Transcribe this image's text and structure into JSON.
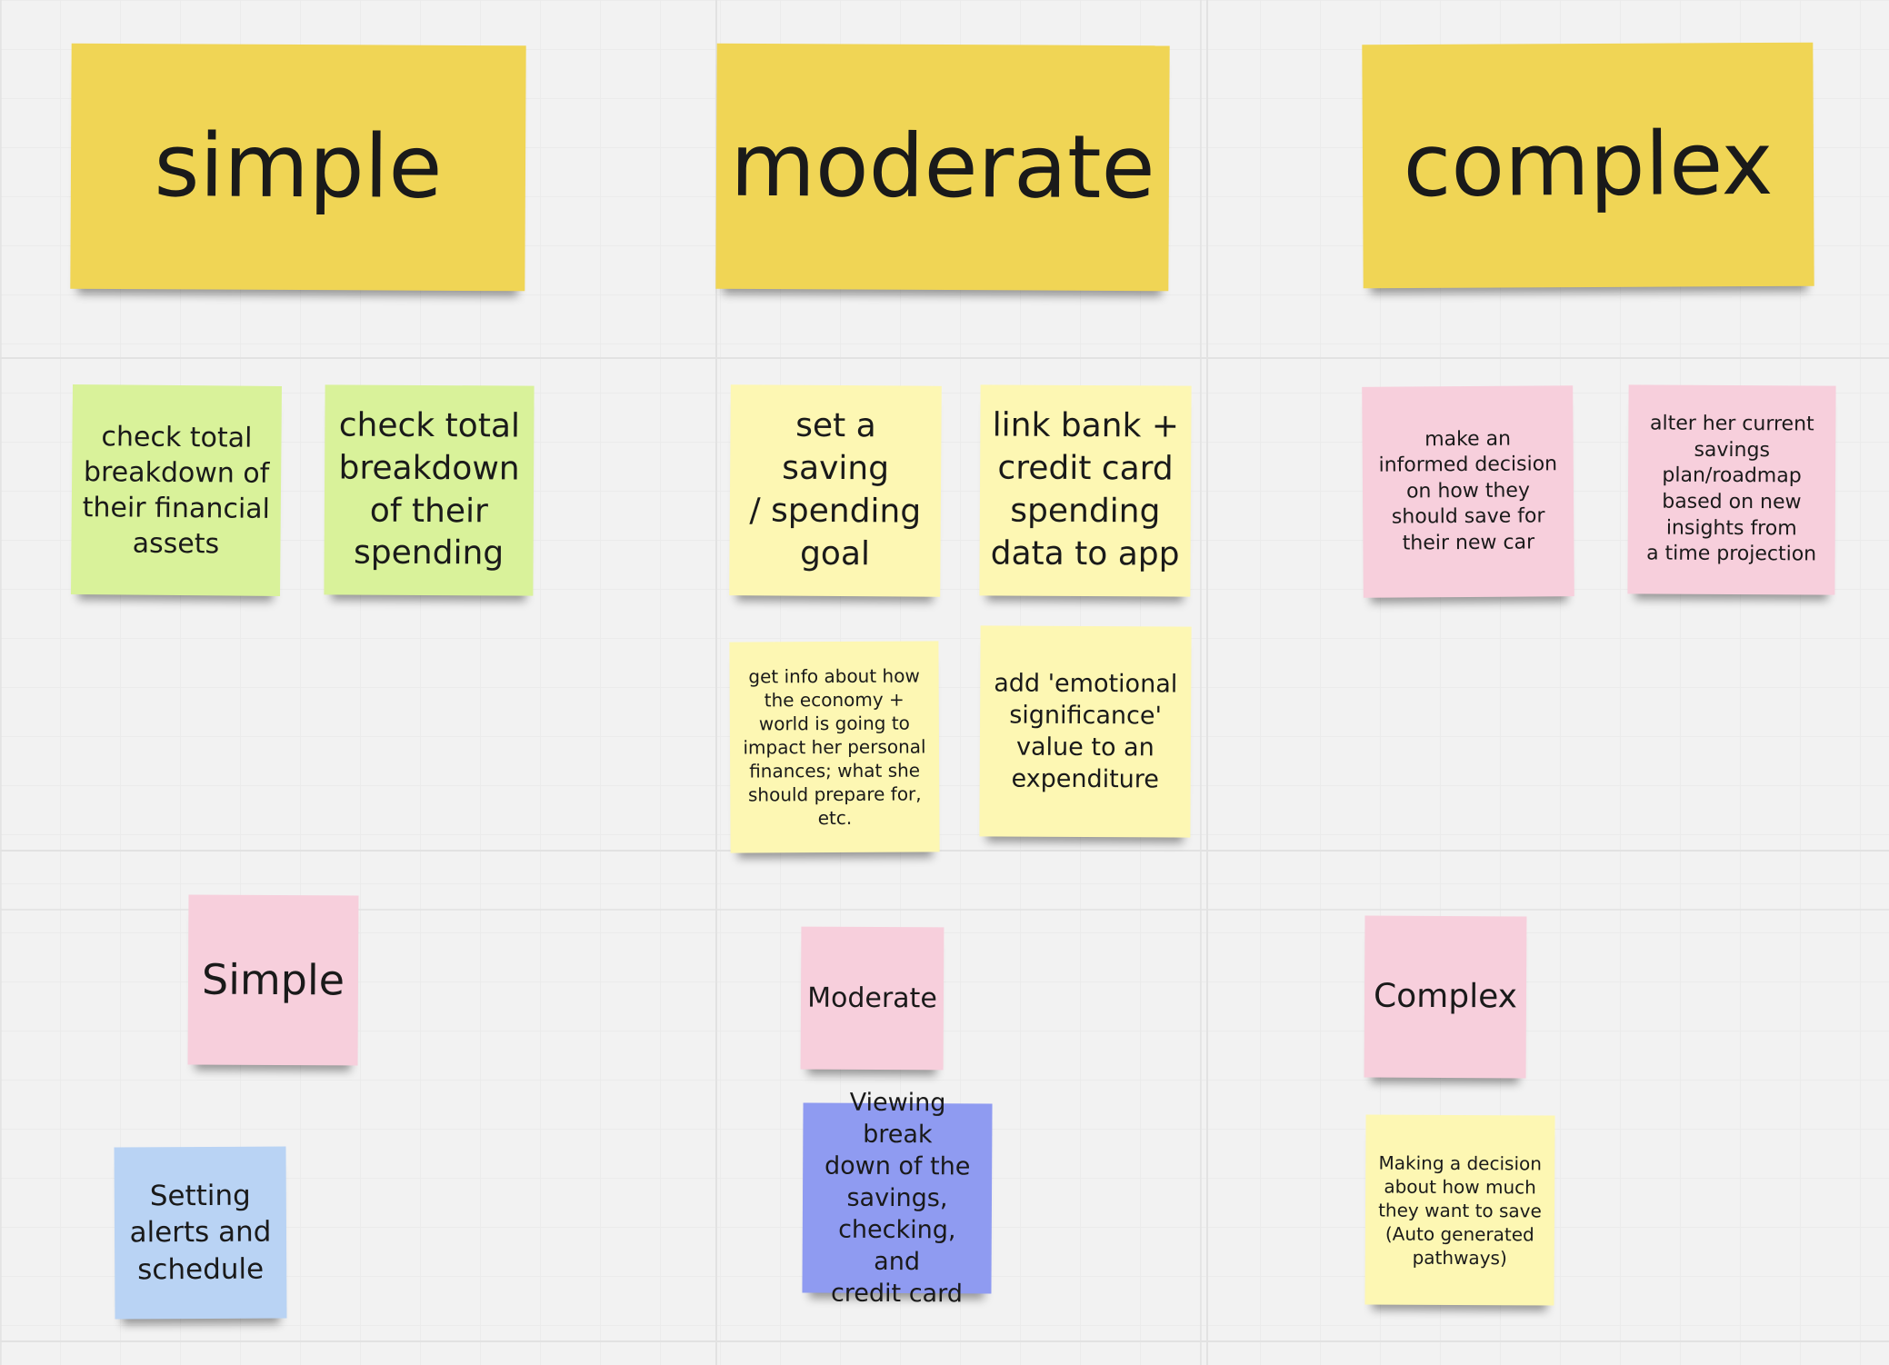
{
  "board": {
    "headers": {
      "simple": "simple",
      "moderate": "moderate",
      "complex": "complex"
    },
    "simple_notes": [
      "check total\nbreakdown of\ntheir financial\nassets",
      "check total\nbreakdown\nof their\nspending"
    ],
    "moderate_notes": [
      "set a saving\n/ spending\ngoal",
      "link bank +\ncredit card\nspending\ndata to app",
      "get info about how\nthe economy +\nworld is going to\nimpact her personal\nfinances; what she\nshould prepare for,\netc.",
      "add 'emotional\nsignificance'\nvalue to an\nexpenditure"
    ],
    "complex_notes": [
      "make an\ninformed decision\non how they\nshould save for\ntheir new car",
      "alter her current\nsavings\nplan/roadmap\nbased on new\ninsights from\na time projection"
    ],
    "labels": {
      "simple": "Simple",
      "moderate": "Moderate",
      "complex": "Complex"
    },
    "bottom_notes": {
      "simple": "Setting\nalerts and\nschedule",
      "moderate": "Viewing break\ndown of the\nsavings,\nchecking, and\ncredit card",
      "complex": "Making a decision\nabout how much\nthey want to save\n(Auto generated\npathways)"
    }
  },
  "colors": {
    "header_yellow": "#f0d555",
    "green": "#d9f29a",
    "light_yellow": "#fdf7b3",
    "pink": "#f7cfdc",
    "blue": "#b9d3f4",
    "purple": "#8f9bf1",
    "canvas": "#f2f2f2"
  }
}
